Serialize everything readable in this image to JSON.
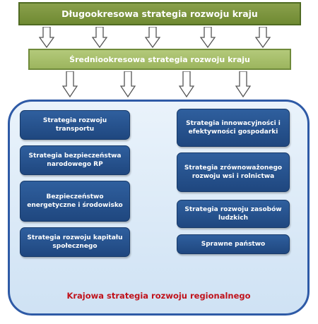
{
  "top_bar": {
    "label": "Długookresowa strategia rozwoju kraju"
  },
  "mid_bar": {
    "label": "Średniookresowa strategia rozwoju kraju"
  },
  "left_boxes": [
    "Strategia rozwoju transportu",
    "Strategia bezpieczeństwa narodowego RP",
    "Bezpieczeństwo energetyczne i środowisko",
    "Strategia rozwoju kapitału społecznego"
  ],
  "right_boxes": [
    "Strategia innowacyjności i efektywności gospodarki",
    "Strategia zrównoważonego rozwoju wsi i rolnictwa",
    "Strategia rozwoju zasobów ludzkich",
    "Sprawne państwo"
  ],
  "footer": {
    "label": "Krajowa strategia rozwoju regionalnego"
  },
  "colors": {
    "dark_green": "#6f8a32",
    "light_green": "#9cb55e",
    "box_blue": "#1f477f",
    "container_border": "#2e5aa6",
    "footer_red": "#c0121b"
  }
}
